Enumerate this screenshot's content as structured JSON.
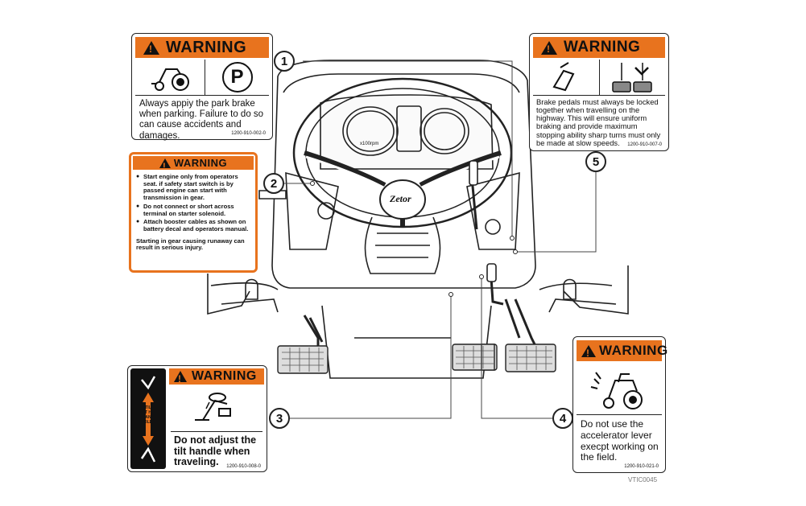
{
  "labels": {
    "one": {
      "heading": "WARNING",
      "text": "Always appiy the park  brake when parking. Failure to do so can cause accidents and damages.",
      "icon": "park-brake-p-icon",
      "code": "1200-910-002-0"
    },
    "two": {
      "heading": "WARNING",
      "bullets": [
        "Start engine only from operators seat. if safety start switch is by passed engine can start with transmission in gear.",
        "Do not connect or short across terminal on starter solenoid.",
        "Attach booster cables as shown on battery decal and operators manual."
      ],
      "note": "Starting in gear causing runaway can result in serious injury."
    },
    "three": {
      "heading": "WARNING",
      "text": "Do not adjust the tilt handle when traveling.",
      "side_text": "TILT HANDLE",
      "code": "1200-910-008-0"
    },
    "four": {
      "heading": "WARNING",
      "text": "Do not use the accelerator lever execpt working on the field.",
      "code": "1200-910-021-0"
    },
    "five": {
      "heading": "WARNING",
      "text": "Brake pedals must always be locked together when travelling on the highway. This will ensure uniform braking and provide maximum stopping ability sharp turns must only be made at slow speeds.",
      "code": "1200-910-007-0"
    }
  },
  "callouts": [
    "1",
    "2",
    "3",
    "4",
    "5"
  ],
  "steering_brand": "Zetor",
  "gauge_tach_label": "x100rpm",
  "figure_code": "VTIC0045"
}
